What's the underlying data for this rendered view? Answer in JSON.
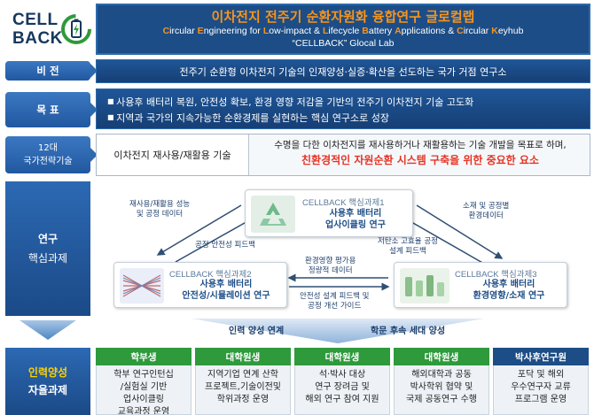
{
  "logo": {
    "line1": "CELL",
    "line2": "BACK"
  },
  "header": {
    "title_kr": "이차전지 전주기 순환자원화 융합연구 글로컬랩",
    "subtitle_en_parts": [
      {
        "b": "C",
        "t": "ircular "
      },
      {
        "b": "E",
        "t": "ngineering for "
      },
      {
        "b": "L",
        "t": "ow-impact & "
      },
      {
        "b": "L",
        "t": "ifecycle "
      },
      {
        "b": "B",
        "t": "attery "
      },
      {
        "b": "A",
        "t": "pplications & "
      },
      {
        "b": "C",
        "t": "ircular "
      },
      {
        "b": "K",
        "t": "eyhub"
      }
    ],
    "subtitle_en_line2": "“CELLBACK” Glocal Lab"
  },
  "rows": {
    "vision": {
      "label": "비 전",
      "text": "전주기 순환형 이차전지 기술의 인재양성·실증·확산을 선도하는 국가 거점 연구소"
    },
    "goal": {
      "label": "목 표",
      "items": [
        "사용후 배터리 복원, 안전성 확보, 환경 영향 저감을 기반의 전주기 이차전지 기술 고도화",
        "지역과 국가의 지속가능한 순환경제를 실현하는 핵심 연구소로 성장"
      ]
    },
    "strategy": {
      "label_line1": "12대",
      "label_line2": "국가전략기술",
      "left": "이차전지 재사용/재활용 기술",
      "right_line1": "수명을 다한 이차전지를 재사용하거나 재활용하는 기술 개발을 목표로 하며,",
      "right_line2": "친환경적인 자원순환 시스템 구축을 위한 중요한 요소"
    }
  },
  "research": {
    "label_line1": "연구",
    "label_line2": "핵심과제",
    "task1": {
      "title": "CELLBACK 핵심과제1",
      "body1": "사용후 배터리",
      "body2": "업사이클링 연구"
    },
    "task2": {
      "title": "CELLBACK 핵심과제2",
      "body1": "사용후 배터리",
      "body2": "안전성/시뮬레이션 연구"
    },
    "task3": {
      "title": "CELLBACK 핵심과제3",
      "body1": "사용후 배터리",
      "body2": "환경영향/소재 연구"
    },
    "annotations": {
      "a1_line1": "재사용/재활용 성능",
      "a1_line2": "및 공정 데이터",
      "a2_line1": "소재 및 공정별",
      "a2_line2": "환경데이터",
      "a3": "공정 안전성 피드백",
      "a4_line1": "저탄소 고효율 공정",
      "a4_line2": "설계 피드백",
      "a5_line1": "환경영향 평가용",
      "a5_line2": "정량적 데이터",
      "a6_line1": "안전성 설계 피드백 및",
      "a6_line2": "공정 개선 가이드"
    }
  },
  "flow": {
    "left": "인력 양성 연계",
    "right": "학문 후속 세대 양성"
  },
  "hr": {
    "label_line1": "인력양성",
    "label_line2": "자율과제",
    "columns": [
      {
        "header": "학부생",
        "lines": [
          "학부 연구인턴십",
          "/실험실 기반",
          "업사이클링",
          "교육과정 운영"
        ]
      },
      {
        "header": "대학원생",
        "lines": [
          "지역기업 연계 산학",
          "프로젝트,기술이전및",
          "학위과정 운영"
        ]
      },
      {
        "header": "대학원생",
        "lines": [
          "석·박사 대상",
          "연구 장려금 및",
          "해외 연구 참여 지원"
        ]
      },
      {
        "header": "대학원생",
        "lines": [
          "해외대학과 공동",
          "박사학위 협약 및",
          "국제 공동연구 수행"
        ]
      },
      {
        "header": "박사후연구원",
        "lines": [
          "포닥 및 해외",
          "우수연구자 교류",
          "프로그램 운영"
        ]
      }
    ]
  },
  "colors": {
    "navy": "#1d4d86",
    "orange": "#f7941d",
    "green": "#2e9a3c",
    "red": "#e63323"
  }
}
